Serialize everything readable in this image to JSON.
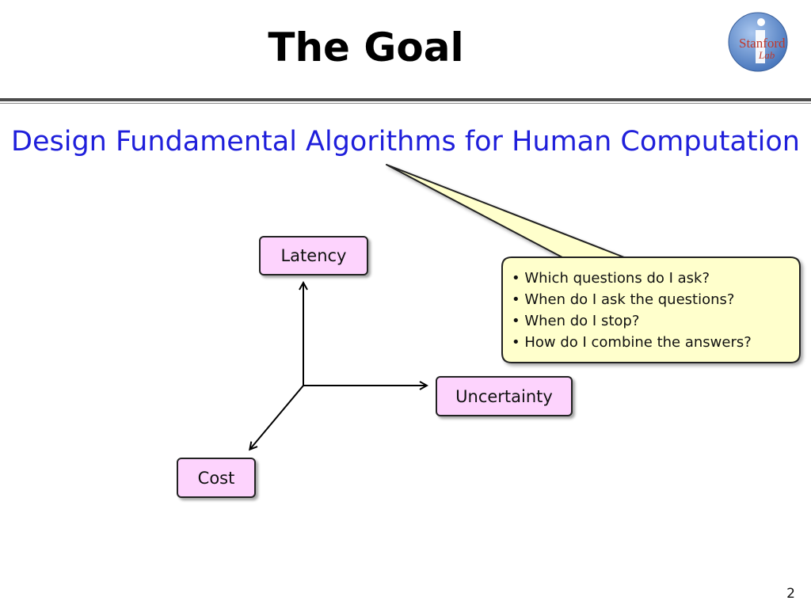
{
  "slide": {
    "title": "The Goal",
    "subtitle": "Design Fundamental Algorithms for Human Computation",
    "page_number": "2"
  },
  "logo": {
    "text_main": "Stanford",
    "text_sub": "Lab",
    "letter": "i",
    "colors": {
      "circle": "#5a89c8",
      "text": "#c0392b"
    }
  },
  "diagram": {
    "nodes": {
      "latency": "Latency",
      "uncertainty": "Uncertainty",
      "cost": "Cost"
    }
  },
  "callout": {
    "items": [
      "• Which questions do I ask?",
      "• When do I ask the questions?",
      "• When do I stop?",
      "• How do I combine the answers?"
    ]
  },
  "colors": {
    "subtitle": "#1f1fdb",
    "node_fill": "#fdd3fd",
    "callout_fill": "#ffffcc"
  }
}
